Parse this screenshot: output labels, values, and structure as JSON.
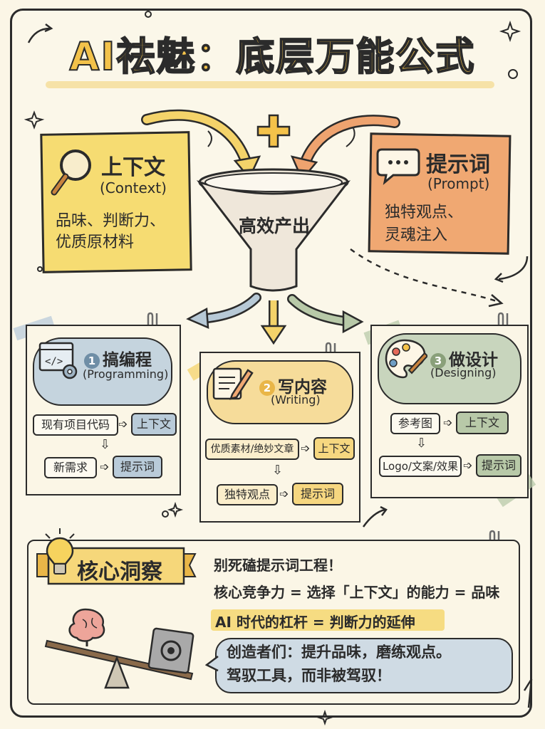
{
  "title": "AI祛魅：底层万能公式",
  "context_note": {
    "heading": "上下文",
    "subheading": "(Context)",
    "lines": [
      "品味、判断力、",
      "优质原材料"
    ],
    "icon": "magnifier-icon"
  },
  "prompt_note": {
    "heading": "提示词",
    "subheading": "(Prompt)",
    "lines": [
      "独特观点、",
      "灵魂注入"
    ],
    "icon": "speech-bubble-icon"
  },
  "funnel": {
    "label": "高效产出"
  },
  "cards": {
    "programming": {
      "number": "1",
      "title": "搞编程",
      "subtitle": "(Programming)",
      "row1": {
        "left": "现有项目代码",
        "right": "上下文"
      },
      "row2": {
        "left": "新需求",
        "right": "提示词"
      }
    },
    "writing": {
      "number": "2",
      "title": "写内容",
      "subtitle": "(Writing)",
      "row1": {
        "left": "优质素材/绝妙文章",
        "right": "上下文"
      },
      "row2": {
        "left": "独特观点",
        "right": "提示词"
      }
    },
    "designing": {
      "number": "3",
      "title": "做设计",
      "subtitle": "(Designing)",
      "row1": {
        "left": "参考图",
        "right": "上下文"
      },
      "row2": {
        "left": "Logo/文案/效果",
        "right": "提示词"
      }
    }
  },
  "insight": {
    "label": "核心洞察",
    "line1": "别死磕提示词工程！",
    "line2": "核心竞争力 = 选择「上下文」的能力 = 品味",
    "line3": "AI 时代的杠杆 = 判断力的延伸",
    "speech1": "创造者们：提升品味，磨练观点。",
    "speech2": "驾驭工具，而非被驾驭！"
  },
  "colors": {
    "title_fill": "#f3c24a",
    "context_note": "#f6dc72",
    "prompt_note": "#f0a872",
    "programming": "#b9cbd9",
    "writing": "#f6d780",
    "designing": "#b8c9a8"
  }
}
